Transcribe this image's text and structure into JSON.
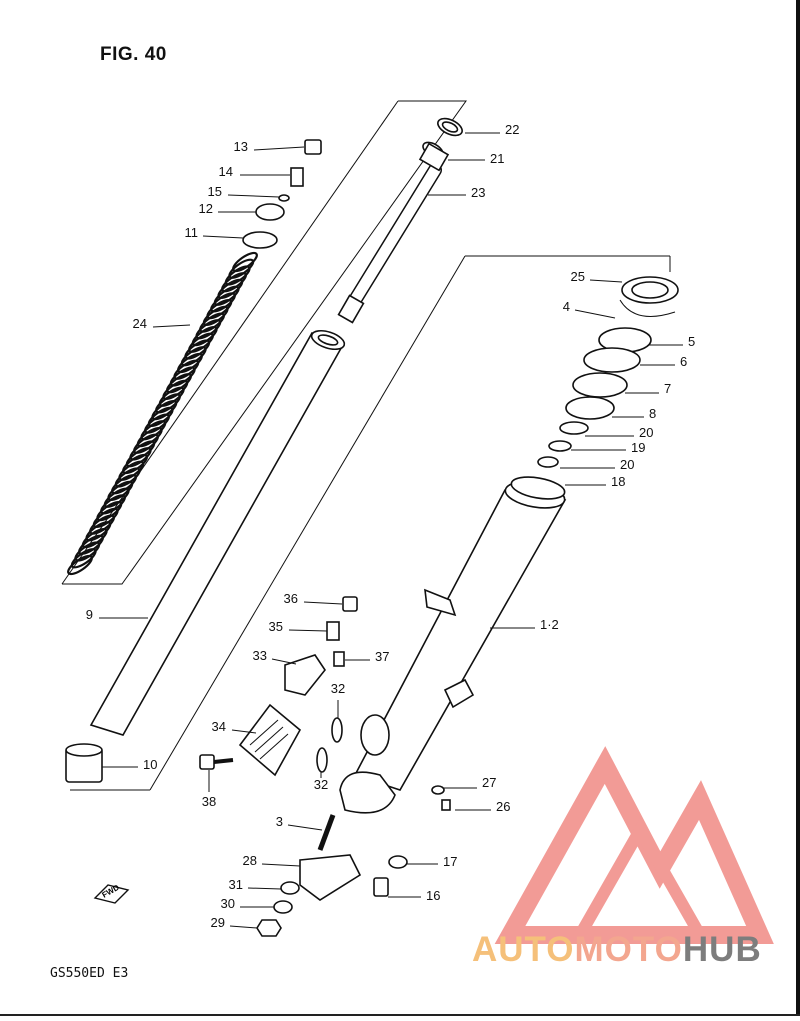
{
  "figure_title": "FIG. 40",
  "model_code": "GS550ED E3",
  "direction_marker": "FWD",
  "watermark": {
    "part1": "AUTO",
    "part2": "MOTO",
    "part3": "HUB",
    "color_light": "#f5c07a",
    "color_mid": "#f3a68f",
    "color_dark": "#7d7d7d",
    "logo_color": "#f08a84"
  },
  "callouts": [
    {
      "id": "c13",
      "text": "13"
    },
    {
      "id": "c14",
      "text": "14"
    },
    {
      "id": "c15",
      "text": "15"
    },
    {
      "id": "c12",
      "text": "12"
    },
    {
      "id": "c11",
      "text": "11"
    },
    {
      "id": "c24",
      "text": "24"
    },
    {
      "id": "c22",
      "text": "22"
    },
    {
      "id": "c21",
      "text": "21"
    },
    {
      "id": "c23",
      "text": "23"
    },
    {
      "id": "c25",
      "text": "25"
    },
    {
      "id": "c4",
      "text": "4"
    },
    {
      "id": "c5",
      "text": "5"
    },
    {
      "id": "c6",
      "text": "6"
    },
    {
      "id": "c7",
      "text": "7"
    },
    {
      "id": "c8",
      "text": "8"
    },
    {
      "id": "c20a",
      "text": "20"
    },
    {
      "id": "c19",
      "text": "19"
    },
    {
      "id": "c20b",
      "text": "20"
    },
    {
      "id": "c18",
      "text": "18"
    },
    {
      "id": "c9",
      "text": "9"
    },
    {
      "id": "c1-2",
      "text": "1·2"
    },
    {
      "id": "c36",
      "text": "36"
    },
    {
      "id": "c35",
      "text": "35"
    },
    {
      "id": "c33",
      "text": "33"
    },
    {
      "id": "c37",
      "text": "37"
    },
    {
      "id": "c32a",
      "text": "32"
    },
    {
      "id": "c34",
      "text": "34"
    },
    {
      "id": "c32b",
      "text": "32"
    },
    {
      "id": "c10",
      "text": "10"
    },
    {
      "id": "c38",
      "text": "38"
    },
    {
      "id": "c27",
      "text": "27"
    },
    {
      "id": "c26",
      "text": "26"
    },
    {
      "id": "c3",
      "text": "3"
    },
    {
      "id": "c28",
      "text": "28"
    },
    {
      "id": "c17",
      "text": "17"
    },
    {
      "id": "c31",
      "text": "31"
    },
    {
      "id": "c16",
      "text": "16"
    },
    {
      "id": "c30",
      "text": "30"
    },
    {
      "id": "c29",
      "text": "29"
    }
  ]
}
